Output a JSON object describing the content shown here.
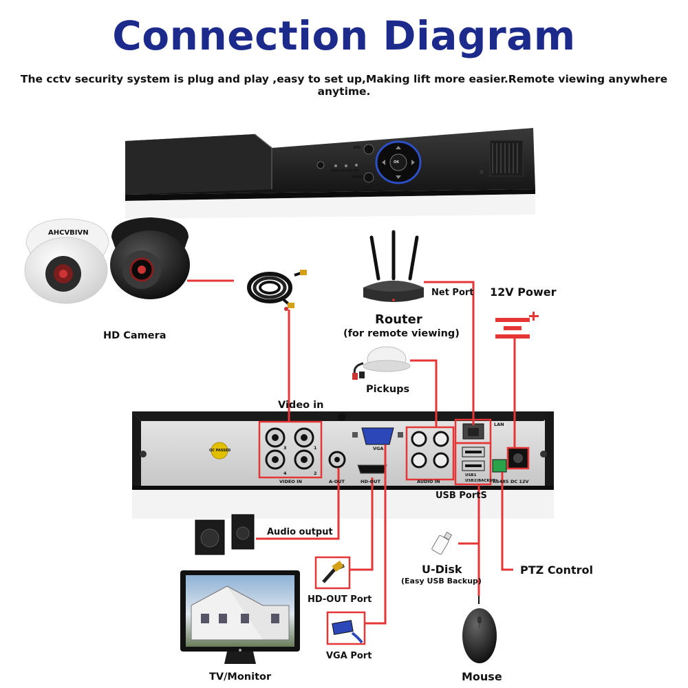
{
  "title": "Connection Diagram",
  "subtitle": "The cctv security system is plug and play ,easy to set up,Making lift more easier.Remote viewing anywhere anytime.",
  "camera": {
    "brand": "AHCVBIVN",
    "label": "HD Camera"
  },
  "router": {
    "title": "Router",
    "subtitle": "(for remote viewing)",
    "port_label": "Net Port"
  },
  "power": {
    "label": "12V Power",
    "plus": "+"
  },
  "pickups": {
    "label": "Pickups"
  },
  "dvr_back": {
    "video_in_title": "Video in",
    "video_in_label": "VIDEO IN",
    "channel_numbers": [
      "3",
      "1",
      "4",
      "2"
    ],
    "aout_label": "A-OUT",
    "vga_label": "VGA",
    "hdout_label": "HD-OUT",
    "audio_in_label": "AUDIO IN",
    "lan_label": "LAN",
    "usb_labels": [
      "USB1",
      "USB2(BACKUP)"
    ],
    "rs485_label": "RS485",
    "dc_label": "DC 12V",
    "usb_ports_title": "USB PortS",
    "qc_label": "QC PASSED"
  },
  "dvr_front": {
    "buttons": [
      "ESC",
      "MENU",
      "OK"
    ],
    "leds": [
      "Alarm",
      "Power",
      "Rec"
    ]
  },
  "audio_output": {
    "label": "Audio output"
  },
  "hdout_port": {
    "label": "HD-OUT Port"
  },
  "vga_port": {
    "label": "VGA Port"
  },
  "monitor": {
    "label": "TV/Monitor"
  },
  "udisk": {
    "label": "U-Disk",
    "sublabel": "(Easy USB Backup)"
  },
  "ptz": {
    "label": "PTZ Control"
  },
  "mouse": {
    "label": "Mouse"
  },
  "colors": {
    "title": "#1c2a8c",
    "wire": "#e53535",
    "device": "#1e1e1e"
  }
}
